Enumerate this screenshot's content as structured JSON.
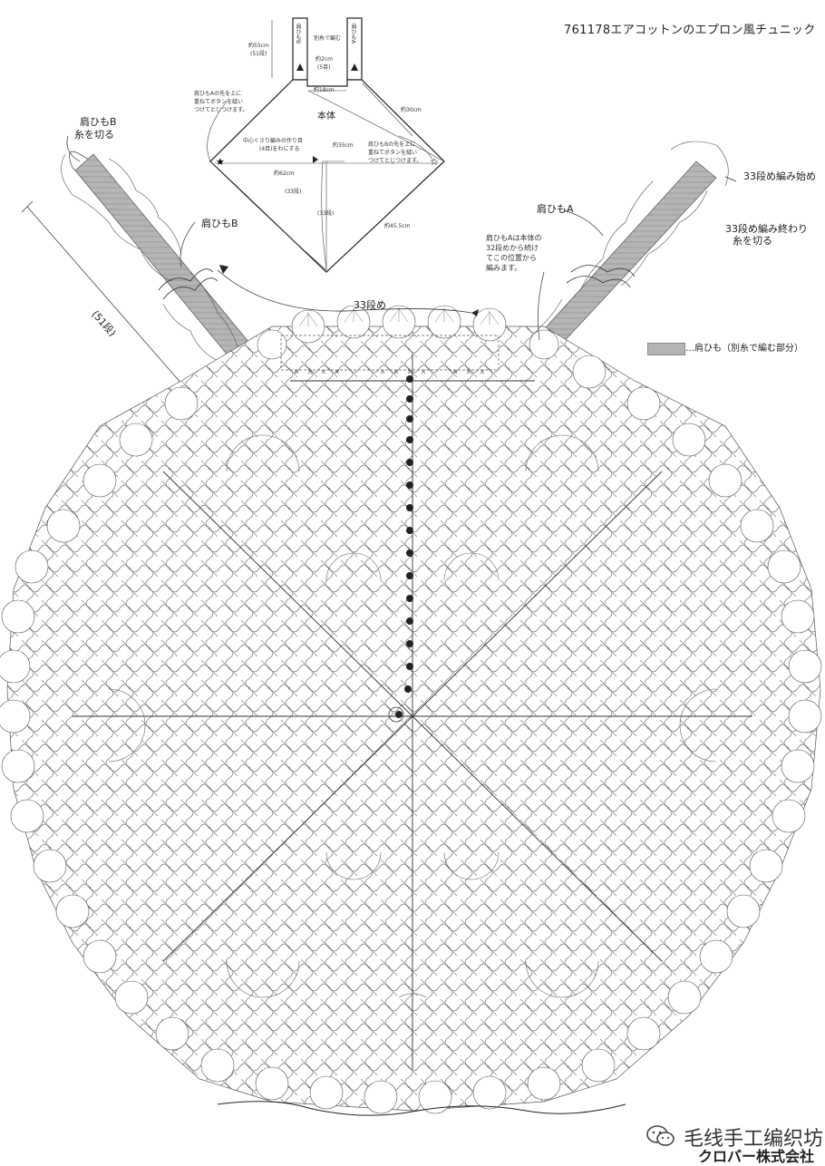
{
  "header": {
    "title": "761178エアコットンのエプロン風チュニック　2-2"
  },
  "schematic": {
    "strap_b_label": "肩ひもB",
    "strap_a_label": "肩ひもA",
    "separate_yarn_note": "別糸で編む",
    "strap_length": "約55cm",
    "strap_rows": "(51段)",
    "strap_width": "約2cm",
    "strap_width_rows": "(5目)",
    "neck_width": "約18cm",
    "body_label": "本体",
    "diag_length": "約30cm",
    "note_left": [
      "肩ひもAの先を上に",
      "重ねてボタンを縫い",
      "つけてとじつけます。"
    ],
    "note_right": [
      "肩ひもBの先を上に",
      "重ねてボタンを縫い",
      "つけてとじつけます。"
    ],
    "center_note": [
      "中心くさり編みの作り目",
      "(4目)をわにする"
    ],
    "radius": "約35cm",
    "width": "約62cm",
    "rows_33": "(33段)",
    "rows_33b": "(33段)",
    "outer_length": "約45.5cm"
  },
  "chart": {
    "strap_b_title": "肩ひもB",
    "strap_b_cut": "糸を切る",
    "strap_b_label2": "肩ひもB",
    "strap_b_rows": "(51段)",
    "row_33": "33段め",
    "strap_a_label": "肩ひもA",
    "strap_a_start": "33段め編み始め",
    "strap_a_end": [
      "33段め編み終わり",
      "糸を切る"
    ],
    "strap_a_note": [
      "肩ひもAは本体の",
      "32段めから続け",
      "てこの位置から",
      "編みます。"
    ],
    "legend": "…肩ひも（別糸で編む部分）"
  },
  "footer": {
    "brand": "クロバー株式会社",
    "watermark": "毛线手工编织坊"
  }
}
